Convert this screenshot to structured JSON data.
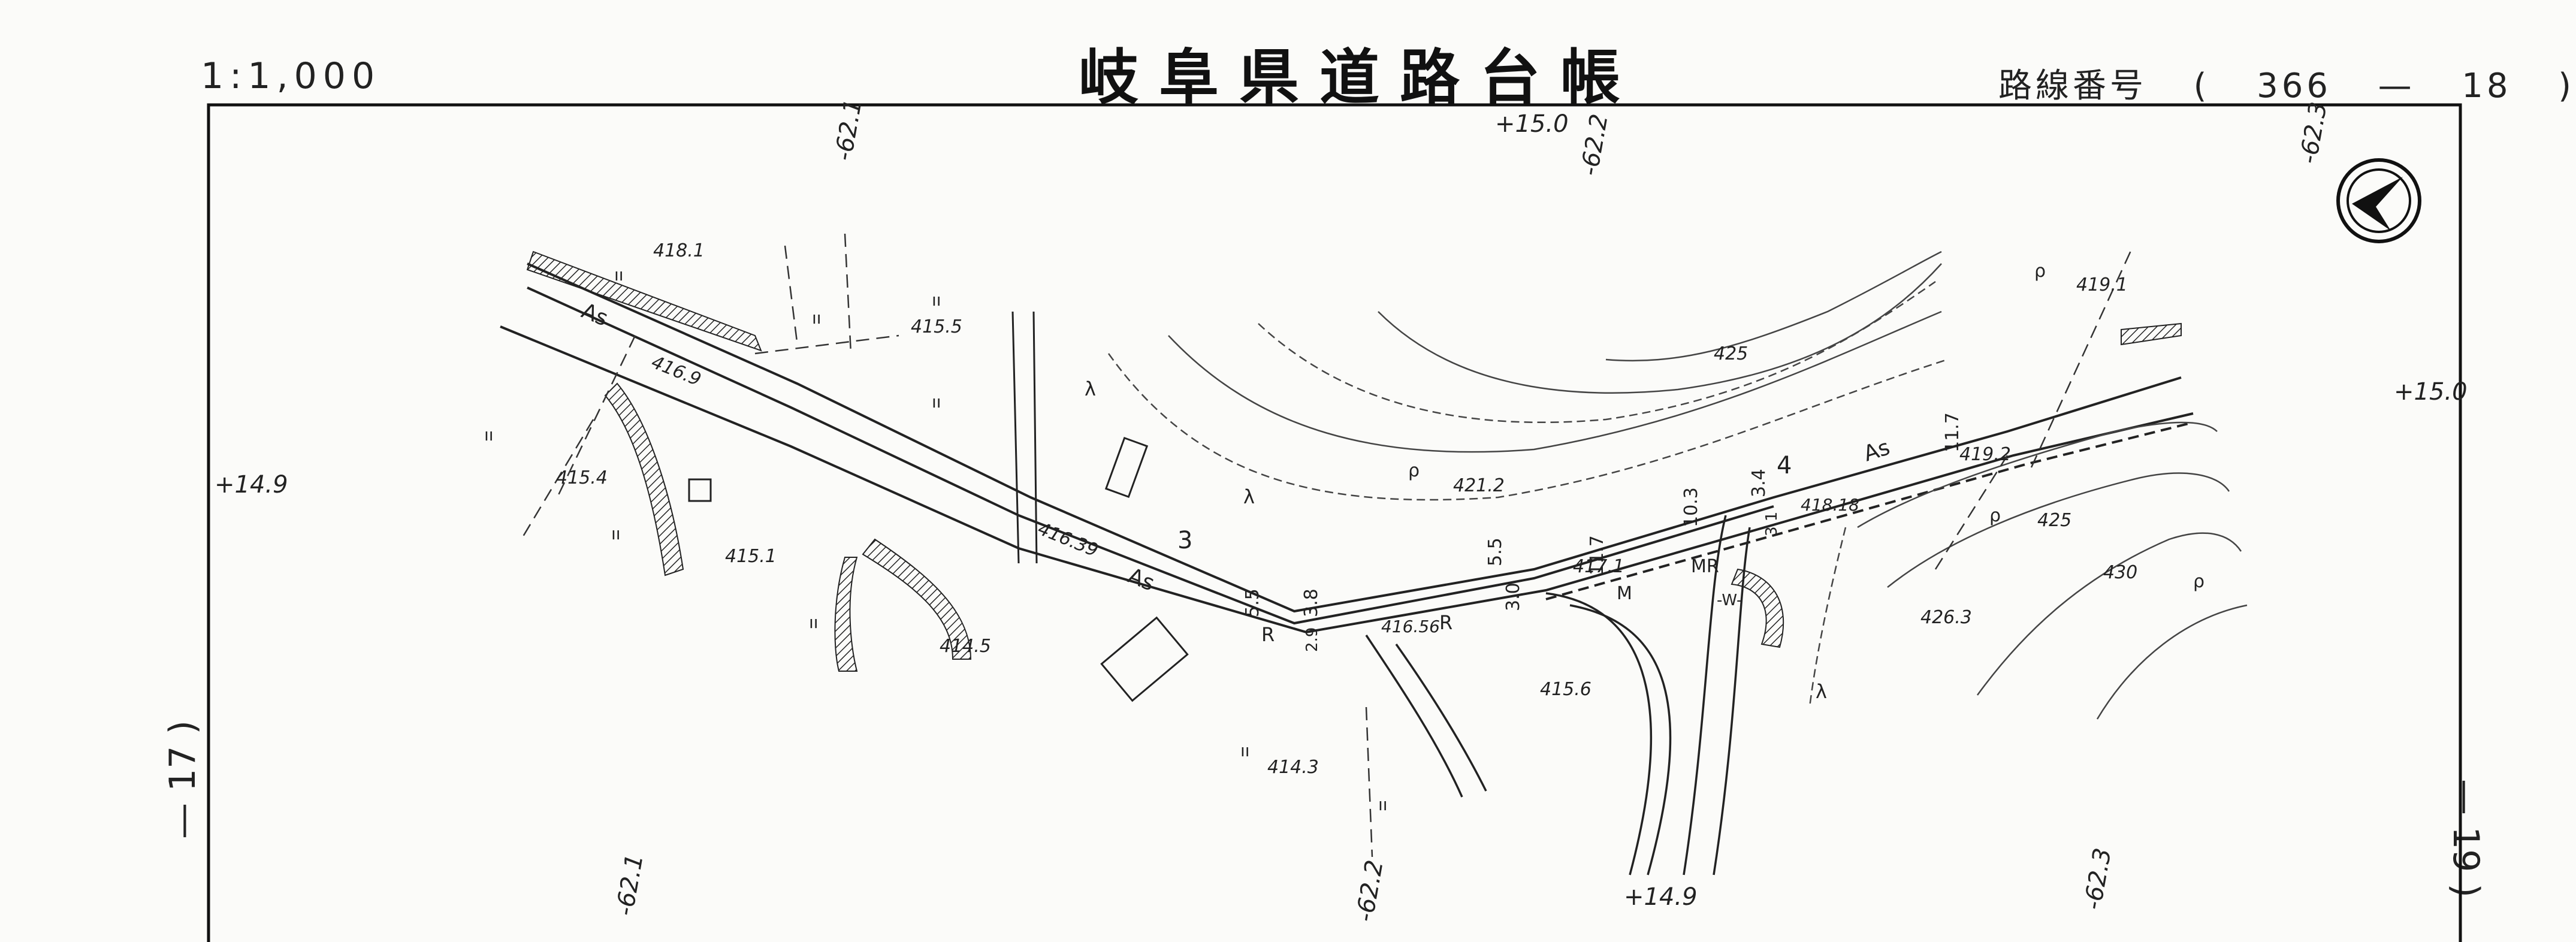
{
  "header": {
    "scale": "1:1,000",
    "title": "岐阜県道路台帳",
    "route_label": "路線番号",
    "route_paren_open": "(",
    "route_main": "366",
    "route_dash": "—",
    "route_sub": "18",
    "route_paren_close": ")"
  },
  "sheet_refs": {
    "left": "— 17 )",
    "right": "— 19 )"
  },
  "grid_labels": {
    "top_1": "-62.1",
    "top_2": "+15.0",
    "top_3": "-62.2",
    "top_4": "-62.3",
    "left_mid": "+14.9",
    "right_mid": "+15.0",
    "bottom_1": "-62.1",
    "bottom_2": "-62.2",
    "bottom_3": "+14.9",
    "bottom_4": "-62.3"
  },
  "spot_heights": {
    "h1": "418.1",
    "h2": "416.9",
    "h3": "415.5",
    "h4": "415.4",
    "h5": "415.1",
    "h6": "416.39",
    "h7": "414.5",
    "h8": "414.3",
    "h9": "416.56",
    "h10": "415.6",
    "h11": "417.1",
    "h12": "418.18",
    "h13": "419.2",
    "h14": "419.1",
    "h15": "421.2",
    "h16": "426.3"
  },
  "contours": {
    "c1": "425",
    "c2": "425",
    "c3": "430"
  },
  "road_labels": {
    "as1": "As",
    "as2": "As",
    "as3": "As",
    "n3": "3",
    "n4": "4",
    "r1": "R",
    "r2": "R",
    "m1": "M",
    "mr": "MR",
    "w": "-W-"
  },
  "widths": {
    "w1": "5.5",
    "w2": "3.8",
    "w3": "2.9",
    "w4": "5.5",
    "w5": "3.0",
    "w6": "11.7",
    "w7": "10.3",
    "w8": "3.4",
    "w9": "3.1",
    "w10": "11.7"
  },
  "symbols": {
    "field": "ıı",
    "vegetation": "ρ",
    "tree": "λ"
  },
  "colors": {
    "ink": "#1a1a1a",
    "paper": "#fbfbf9"
  }
}
